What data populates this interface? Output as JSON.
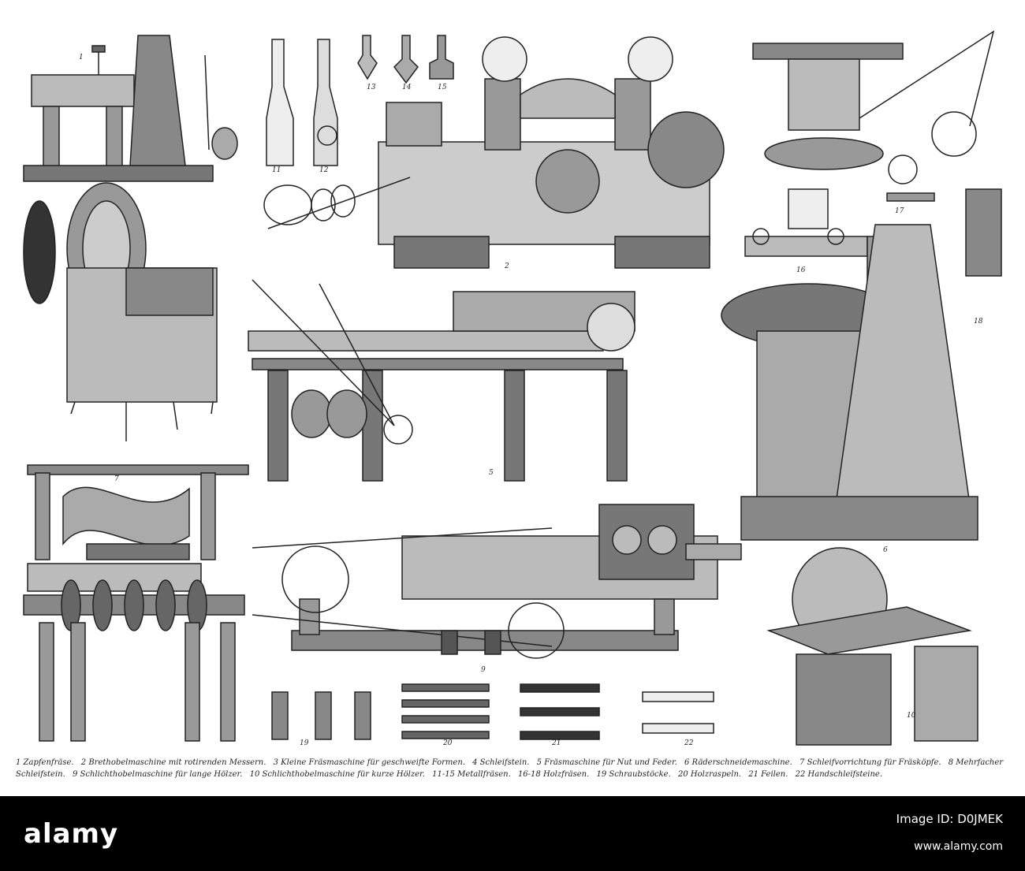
{
  "figure_numbers": [
    "1",
    "2",
    "5",
    "6",
    "7",
    "9",
    "10",
    "11",
    "12",
    "13",
    "14",
    "15",
    "16",
    "17",
    "18",
    "19",
    "20",
    "21",
    "22"
  ],
  "caption": [
    "1 Zapfenfräse.",
    "2 Brethobelmaschine mit rotirenden Messern.",
    "3 Kleine Fräsmaschine für geschweifte Formen.",
    "4 Schleifstein.",
    "5 Fräsmaschine für Nut und Feder.",
    "6 Räderschneidemaschine.",
    "7 Schleifvorrichtung für Fräsköpfe.",
    "8 Mehrfacher Schleifstein.",
    "9 Schlichthobelmaschine für lange Hölzer.",
    "10 Schlichthobelmaschine für kurze Hölzer.",
    "11-15 Metallfräsen.",
    "16-18 Holzfräsen.",
    "19 Schraubstöcke.",
    "20 Holzraspeln.",
    "21 Feilen.",
    "22 Handschleifsteine."
  ],
  "stock": {
    "logo": "alamy",
    "image_id_line1": "Image ID: D0JMEK",
    "url": "www.alamy.com"
  },
  "colors": {
    "ink": "#222222",
    "paper": "#ffffff",
    "bar": "#000000"
  }
}
